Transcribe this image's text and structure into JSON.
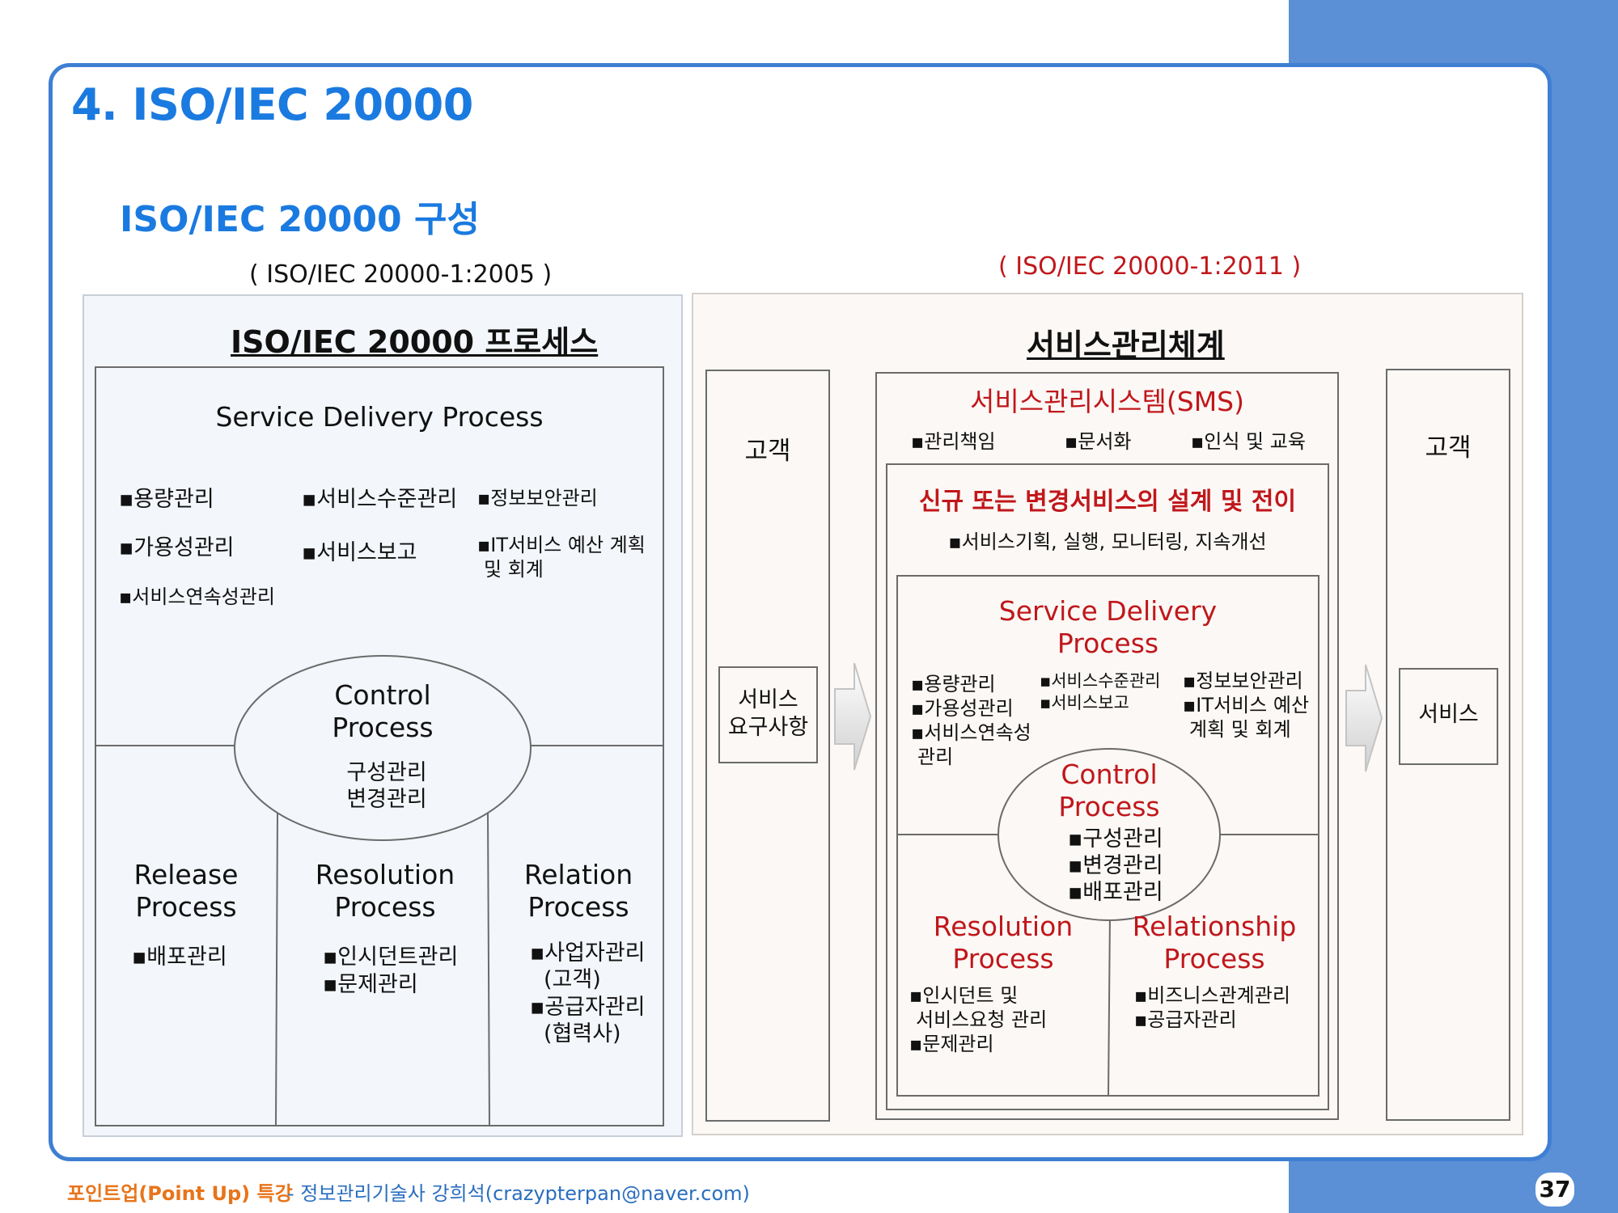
{
  "slide": {
    "title": "4. ISO/IEC 20000",
    "subtitle": "ISO/IEC 20000 구성",
    "page_number": "37"
  },
  "left": {
    "version": "( ISO/IEC 20000-1:2005 )",
    "panel_title": "ISO/IEC 20000 프로세스",
    "service_delivery": {
      "heading": "Service Delivery Process",
      "items": [
        "▪용량관리",
        "▪서비스수준관리",
        "▪정보보안관리",
        "▪가용성관리",
        "▪서비스보고",
        "▪IT서비스 예산 계획",
        "및 회계",
        "▪서비스연속성관리"
      ]
    },
    "control": {
      "heading_1": "Control",
      "heading_2": "Process",
      "item_1": "구성관리",
      "item_2": "변경관리"
    },
    "release": {
      "heading_1": "Release",
      "heading_2": "Process",
      "item_1": "▪배포관리"
    },
    "resolution": {
      "heading_1": "Resolution",
      "heading_2": "Process",
      "item_1": "▪인시던트관리",
      "item_2": "▪문제관리"
    },
    "relation": {
      "heading_1": "Relation",
      "heading_2": "Process",
      "item_1": "▪사업자관리",
      "item_2": "(고객)",
      "item_3": "▪공급자관리",
      "item_4": "(협력사)"
    }
  },
  "right": {
    "version": "( ISO/IEC 20000-1:2011 )",
    "panel_title": "서비스관리체계",
    "customer_left": {
      "label": "고객",
      "box_line_1": "서비스",
      "box_line_2": "요구사항"
    },
    "customer_right": {
      "label": "고객",
      "box_label": "서비스"
    },
    "sms": {
      "heading": "서비스관리시스템(SMS)",
      "items": [
        "▪관리책임",
        "▪문서화",
        "▪인식 및 교육"
      ]
    },
    "new_service": {
      "heading": "신규 또는 변경서비스의 설계 및 전이",
      "items": "▪서비스기획, 실행, 모니터링, 지속개선"
    },
    "service_delivery": {
      "heading_1": "Service Delivery",
      "heading_2": "Process",
      "col1": [
        "▪용량관리",
        "▪가용성관리",
        "▪서비스연속성",
        "관리"
      ],
      "col2": [
        "▪서비스수준관리",
        "▪서비스보고"
      ],
      "col3": [
        "▪정보보안관리",
        "▪IT서비스 예산",
        "계획 및 회계"
      ]
    },
    "control": {
      "heading_1": "Control",
      "heading_2": "Process",
      "items": [
        "▪구성관리",
        "▪변경관리",
        "▪배포관리"
      ]
    },
    "resolution": {
      "heading_1": "Resolution",
      "heading_2": "Process",
      "items": [
        "▪인시던트 및",
        "서비스요청 관리",
        "▪문제관리"
      ]
    },
    "relationship": {
      "heading_1": "Relationship",
      "heading_2": "Process",
      "items": [
        "▪비즈니스관계관리",
        "▪공급자관리"
      ]
    }
  },
  "footer": {
    "brand": "포인트업(Point Up) 특강",
    "author": "- 정보관리기술사 강희석(crazypterpan@naver.com)"
  },
  "colors": {
    "title_blue": "#1a7ae0",
    "accent_red": "#c0171b",
    "frame_blue": "#3f7fd3",
    "side_blue": "#5b8fd6",
    "footer_orange": "#e8741a"
  }
}
